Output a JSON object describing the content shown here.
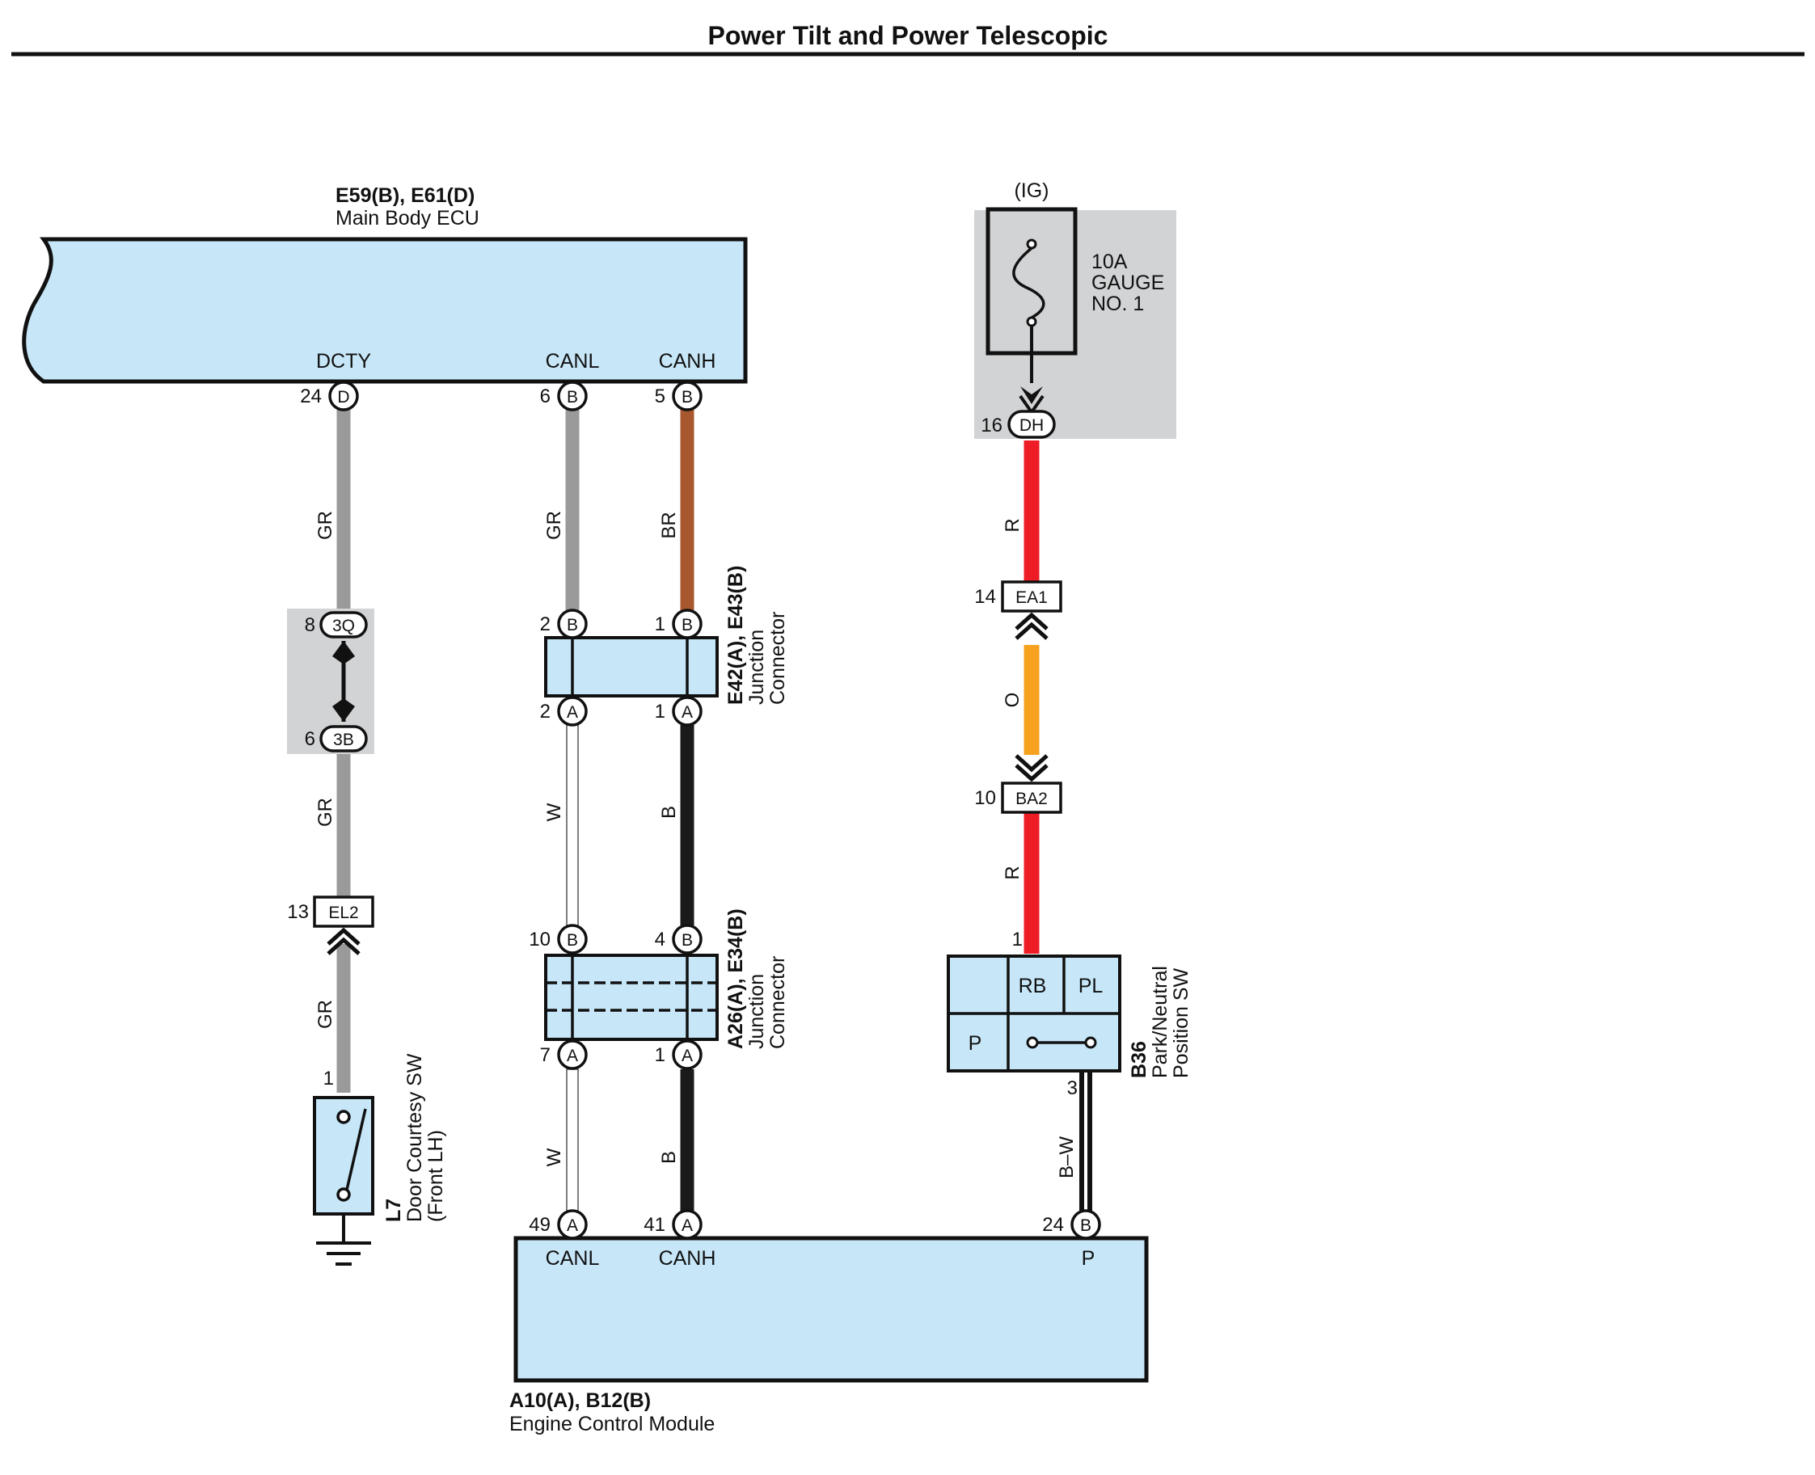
{
  "title": "Power Tilt and Power Telescopic",
  "colors": {
    "ecu_fill": "#c7e7f8",
    "wire_GR": "#9a9a9a",
    "wire_BR": "#a8582f",
    "wire_R": "#ee1c25",
    "wire_O": "#f6a21e",
    "wire_B": "#1a1a1a",
    "wire_W": "#ffffff",
    "shade": "#d2d3d5"
  },
  "main_body_ecu": {
    "code": "E59(B), E61(D)",
    "name": "Main Body ECU",
    "terminals": [
      {
        "label": "DCTY",
        "pin": "24",
        "connector": "D"
      },
      {
        "label": "CANL",
        "pin": "6",
        "connector": "B"
      },
      {
        "label": "CANH",
        "pin": "5",
        "connector": "B"
      }
    ]
  },
  "ecm": {
    "code": "A10(A), B12(B)",
    "name": "Engine Control Module",
    "terminals": [
      {
        "label": "CANL",
        "pin": "49",
        "connector": "A"
      },
      {
        "label": "CANH",
        "pin": "41",
        "connector": "A"
      },
      {
        "label": "P",
        "pin": "24",
        "connector": "B"
      }
    ]
  },
  "fuse": {
    "supply": "(IG)",
    "label_lines": [
      "10A",
      "GAUGE",
      "NO. 1"
    ],
    "out_pin": "16",
    "out_connector": "DH"
  },
  "junction_1": {
    "code": "E42(A), E43(B)",
    "name_lines": [
      "Junction",
      "Connector"
    ],
    "pins_top": [
      {
        "num": "2",
        "conn": "B"
      },
      {
        "num": "1",
        "conn": "B"
      }
    ],
    "pins_bottom": [
      {
        "num": "2",
        "conn": "A"
      },
      {
        "num": "1",
        "conn": "A"
      }
    ]
  },
  "junction_2": {
    "code": "A26(A), E34(B)",
    "name_lines": [
      "Junction",
      "Connector"
    ],
    "pins_top": [
      {
        "num": "10",
        "conn": "B"
      },
      {
        "num": "4",
        "conn": "B"
      }
    ],
    "pins_bottom": [
      {
        "num": "7",
        "conn": "A"
      },
      {
        "num": "1",
        "conn": "A"
      }
    ]
  },
  "door_switch": {
    "code": "L7",
    "name_lines": [
      "Door Courtesy SW",
      "(Front LH)"
    ],
    "pin": "1"
  },
  "park_switch": {
    "code": "B36",
    "name_lines": [
      "Park/Neutral",
      "Position SW"
    ],
    "in_pin": "1",
    "out_pin": "3",
    "cells": [
      "RB",
      "PL",
      "P"
    ]
  },
  "connectors": {
    "c3Q": {
      "pin": "8",
      "name": "3Q"
    },
    "c3B": {
      "pin": "6",
      "name": "3B"
    },
    "EL2": {
      "pin": "13",
      "name": "EL2"
    },
    "EA1": {
      "pin": "14",
      "name": "EA1"
    },
    "BA2": {
      "pin": "10",
      "name": "BA2"
    }
  },
  "wire_labels": {
    "dcty_upper": "GR",
    "dcty_mid": "GR",
    "dcty_lower": "GR",
    "canl_upper": "GR",
    "canh_upper": "BR",
    "canl_mid": "W",
    "canh_mid": "B",
    "canl_lower": "W",
    "canh_lower": "B",
    "ig_upper": "R",
    "ig_mid": "O",
    "ig_lower": "R",
    "p_wire": "B–W"
  }
}
